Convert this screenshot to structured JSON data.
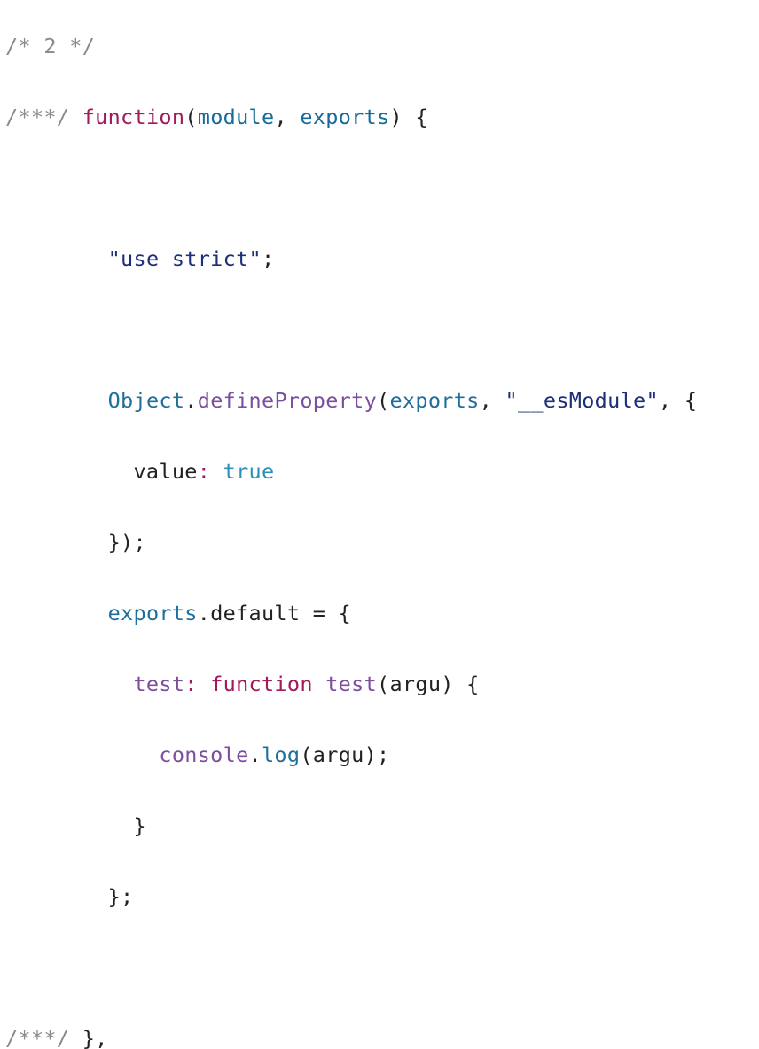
{
  "code": {
    "comment_module_id": "/* 2 */",
    "comment_marker_open": "/***/",
    "keyword_function": "function",
    "param_module": "module",
    "param_exports": "exports",
    "string_use_strict": "\"use strict\"",
    "object_name": "Object",
    "method_define_property": "defineProperty",
    "arg_exports": "exports",
    "string_esmodule": "\"__esModule\"",
    "prop_value": "value",
    "bool_true": "true",
    "exports_name": "exports",
    "prop_default": "default",
    "prop_test": "test",
    "keyword_function_2": "function",
    "fn_test": "test",
    "param_argu": "argu",
    "console_name": "console",
    "method_log": "log",
    "arg_argu": "argu",
    "comment_marker_close": "/***/"
  }
}
